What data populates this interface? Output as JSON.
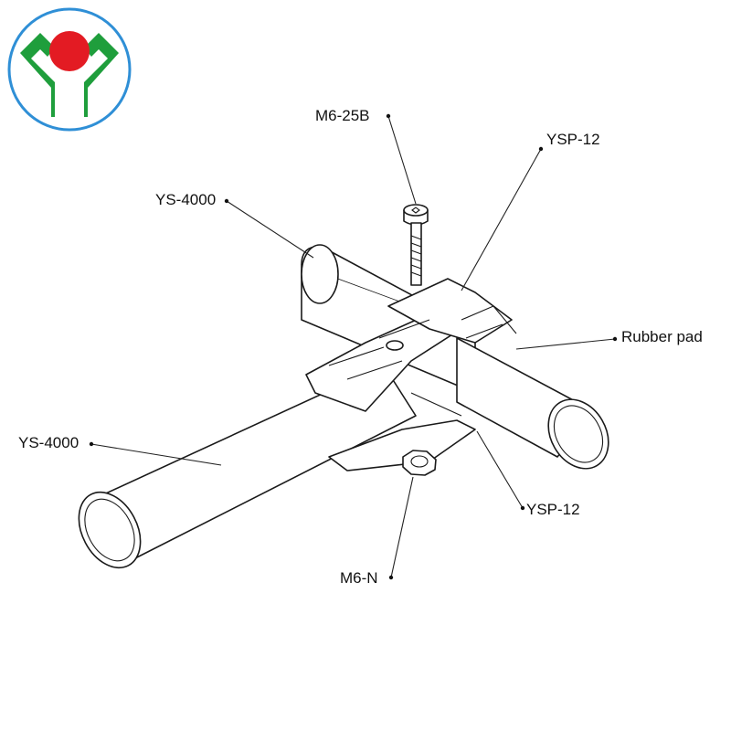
{
  "logo": {
    "ring_color": "#2f8fd6",
    "green": "#1f9e3c",
    "red": "#e31b23"
  },
  "labels": {
    "bolt": "M6-25B",
    "clamp_top": "YSP-12",
    "pipe_upper": "YS-4000",
    "rubber_pad": "Rubber pad",
    "pipe_lower": "YS-4000",
    "clamp_bottom": "YSP-12",
    "nut": "M6-N"
  }
}
